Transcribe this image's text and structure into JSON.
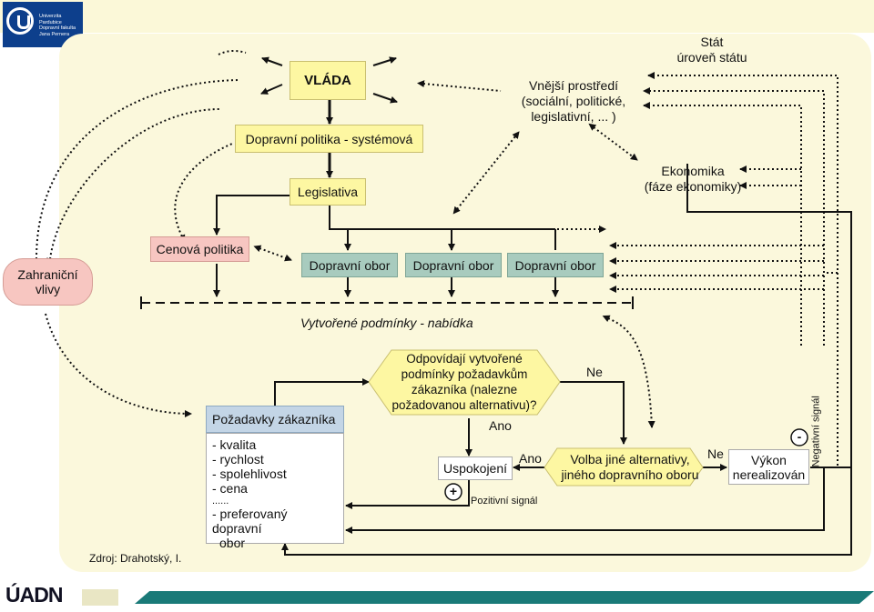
{
  "header": {
    "logo_text": [
      "Univerzita",
      "Pardubice",
      "Dopravní fakulta",
      "Jana Pernera"
    ]
  },
  "diagram": {
    "vlada": "VLÁDA",
    "dopravni_politika": "Dopravní politika - systémová",
    "legislativa": "Legislativa",
    "vnejsi_prostredi": [
      "Vnější prostředí",
      "(sociální, politické,",
      "legislativní, ... )"
    ],
    "stat": [
      "Stát",
      "úroveň státu"
    ],
    "ekonomika": [
      "Ekonomika",
      "(fáze ekonomiky)"
    ],
    "zahranicni_vlivy": [
      "Zahraniční",
      "vlivy"
    ],
    "cenova_politika": "Cenová politika",
    "dopravni_obor": [
      "Dopravní obor",
      "Dopravní obor",
      "Dopravní obor"
    ],
    "vytvorene_podminky": "Vytvořené podmínky - nabídka",
    "odpovidaji": [
      "Odpovídají vytvořené",
      "podmínky požadavkům",
      "zákazníka (nalezne",
      "požadovanou alternativu)?"
    ],
    "ne_top": "Ne",
    "ano_top": "Ano",
    "pozadavky_title": "Požadavky zákazníka",
    "pozadavky_items": [
      "- kvalita",
      "- rychlost",
      "- spolehlivost",
      "- cena",
      "   ......",
      "- preferovaný dopravní",
      "  obor"
    ],
    "uspokojeni": "Uspokojení",
    "ano_mid": "Ano",
    "volba": [
      "Volba jiné alternativy,",
      "jiného dopravního oboru"
    ],
    "ne_mid": "Ne",
    "vykon": [
      "Výkon",
      "nerealizován"
    ],
    "plus": "+",
    "pozitivni_signal": "Pozitivní signál",
    "minus": "-",
    "negativni_signal": "Negativní signál",
    "zdroj": "Zdroj: Drahotský, I."
  },
  "footer": {
    "logo": "ÚADN"
  }
}
